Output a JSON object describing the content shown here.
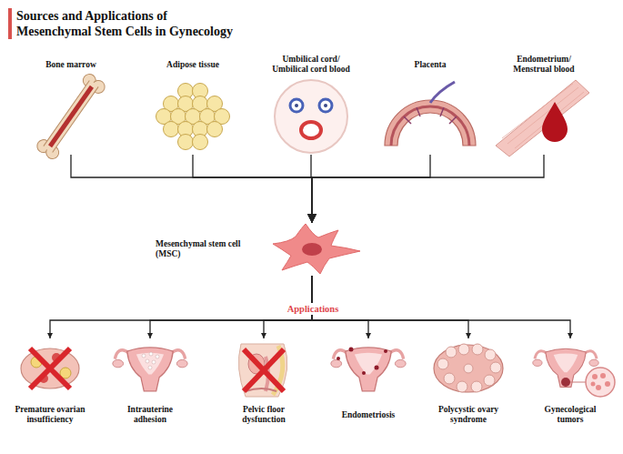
{
  "diagram": {
    "title": "Sources and Applications of Mesenchymal Stem Cells in Gynecology",
    "nodes": [
      {
        "text": [
          "Bone marrow"
        ]
      },
      {
        "text": [
          "Adipose tissue"
        ]
      },
      {
        "text": [
          "Umbilical cord/ Umbilical cord blood"
        ]
      },
      {
        "text": [
          "Placenta"
        ]
      },
      {
        "text": [
          "Endometrium/ Menstrual blood"
        ]
      },
      {
        "text": [
          "Mesenchymal stem cell (MSC)"
        ]
      },
      {
        "text": [
          "Premature ovarian insufficiency"
        ]
      },
      {
        "text": [
          "Intrauterine adhesion"
        ]
      },
      {
        "text": [
          "Pelvic floor dysfunction"
        ]
      },
      {
        "text": [
          "Endometriosis"
        ]
      },
      {
        "text": [
          "Polycystic ovary syndrome"
        ]
      },
      {
        "text": [
          "Gynecological tumors"
        ]
      }
    ],
    "edges": [
      {
        "from": 0,
        "to": 5,
        "arrow": "to"
      },
      {
        "from": 1,
        "to": 5,
        "arrow": "to"
      },
      {
        "from": 2,
        "to": 5,
        "arrow": "to"
      },
      {
        "from": 3,
        "to": 5,
        "arrow": "to"
      },
      {
        "from": 4,
        "to": 5,
        "arrow": "to"
      },
      {
        "from": 5,
        "to": 6,
        "arrow": "to"
      },
      {
        "from": 5,
        "to": 7,
        "arrow": "to"
      },
      {
        "from": 5,
        "to": 8,
        "arrow": "to"
      },
      {
        "from": 5,
        "to": 9,
        "arrow": "to"
      },
      {
        "from": 5,
        "to": 10,
        "arrow": "to"
      },
      {
        "from": 5,
        "to": 11,
        "arrow": "to"
      }
    ],
    "labels": [
      "Applications"
    ]
  }
}
